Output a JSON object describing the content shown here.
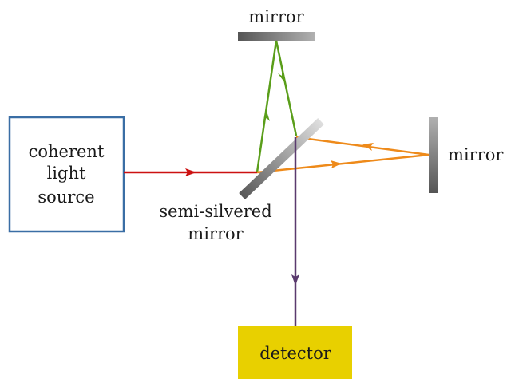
{
  "labels": {
    "top_mirror": "mirror",
    "right_mirror": "mirror",
    "source_line1": "coherent",
    "source_line2": "light",
    "source_line3": "source",
    "splitter_line1": "semi-silvered",
    "splitter_line2": "mirror",
    "detector": "detector"
  },
  "colors": {
    "source_border": "#3a6ea5",
    "input_beam": "#cc1111",
    "vertical_arm_beam": "#5a9e1a",
    "horizontal_arm_beam": "#ee8a1a",
    "output_beam": "#5a3a6e",
    "detector_fill": "#e8d000",
    "mirror_dark": "#555555",
    "mirror_light": "#dddddd"
  }
}
